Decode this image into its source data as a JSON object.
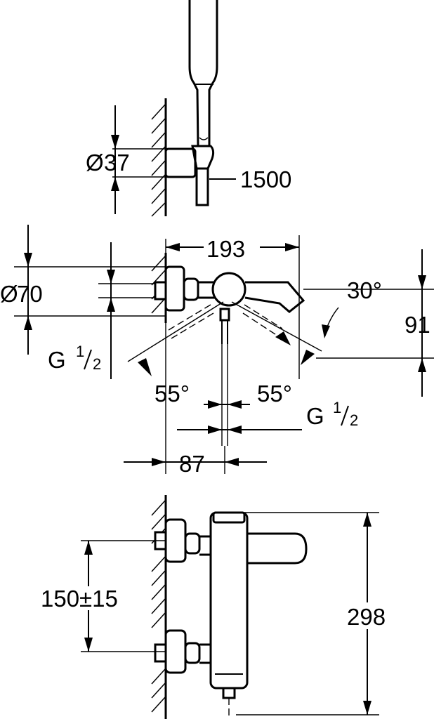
{
  "dimensions": {
    "hand_shower_diameter": {
      "symbol": "Ø",
      "value": "37"
    },
    "hose_length": "1500",
    "escutcheon_diameter": {
      "symbol": "Ø",
      "value": "70"
    },
    "projection": "193",
    "spout_angle": "30°",
    "spout_height": "91",
    "inlet_thread_left": {
      "base": "G",
      "num": "1",
      "den": "2"
    },
    "inlet_thread_right": {
      "base": "G",
      "num": "1",
      "den": "2"
    },
    "angle_left": "55°",
    "angle_right": "55°",
    "wall_to_axis": "87",
    "centres": "150±15",
    "overall_height": "298"
  }
}
